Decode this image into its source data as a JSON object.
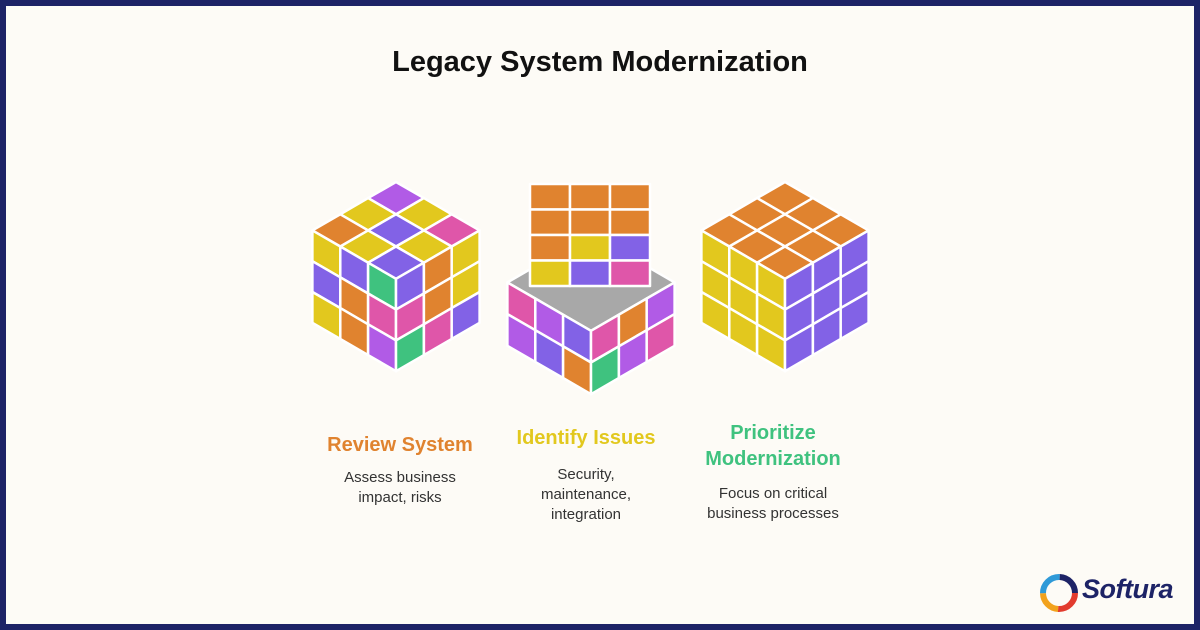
{
  "title": "Legacy System Modernization",
  "palette": {
    "orange": "#e0832f",
    "yellow": "#e2c81e",
    "purple": "#8262e6",
    "pink": "#df56a9",
    "green": "#3fc27f",
    "violet": "#b15be6",
    "gray": "#a8a8a8",
    "brand": "#1d2366"
  },
  "steps": [
    {
      "heading": "Review System",
      "heading_color": "#e0832f",
      "lines": [
        "Assess business",
        "impact, risks"
      ],
      "icon": "scrambled-cube-icon"
    },
    {
      "heading": "Identify Issues",
      "heading_color": "#e2c81e",
      "lines": [
        "Security,",
        "maintenance,",
        "integration"
      ],
      "icon": "disassembled-cube-icon"
    },
    {
      "heading_lines": [
        "Prioritize",
        "Modernization"
      ],
      "heading_color": "#3fc27f",
      "lines": [
        "Focus on critical",
        "business processes"
      ],
      "icon": "solved-cube-icon"
    }
  ],
  "brand": {
    "name": "Softura",
    "icon": "softura-logo-icon"
  }
}
